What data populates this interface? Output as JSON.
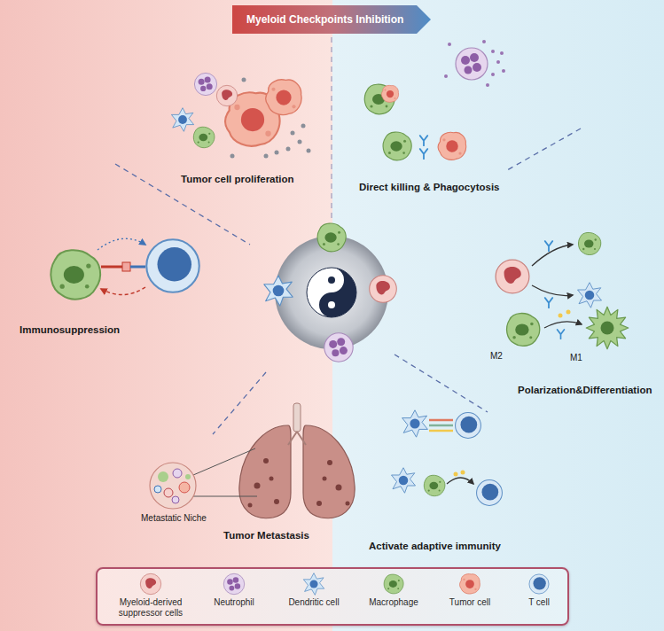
{
  "diagram": {
    "nodes": [
      {
        "text": [
          "Myeloid Checkpoints Inhibition"
        ]
      }
    ],
    "labels": [
      "Tumor cell proliferation",
      "Direct killing & Phagocytosis",
      "Immunosuppression",
      "M2",
      "M1",
      "Polarization&Differentiation",
      "Metastatic Niche",
      "Tumor Metastasis",
      "Activate adaptive immunity"
    ],
    "legend": [
      {
        "text": "Myeloid-derived suppressor cells"
      },
      {
        "text": "Neutrophil"
      },
      {
        "text": "Dendritic cell"
      },
      {
        "text": "Macrophage"
      },
      {
        "text": "Tumor cell"
      },
      {
        "text": "T cell"
      }
    ]
  }
}
